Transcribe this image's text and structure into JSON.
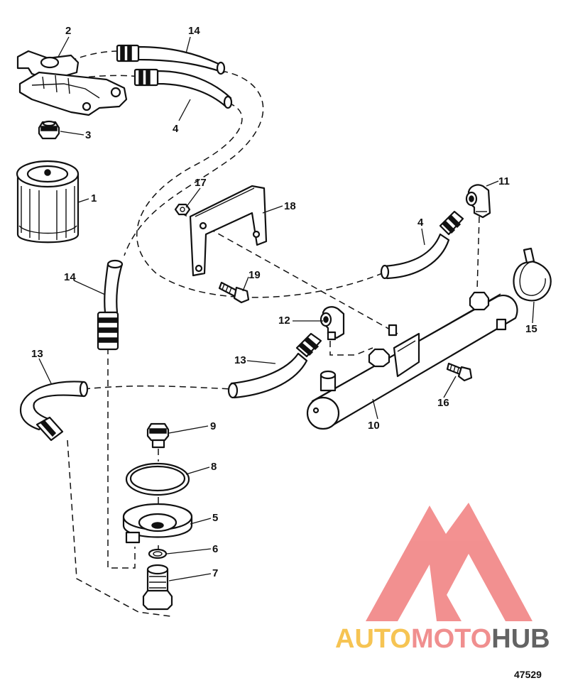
{
  "callouts": {
    "c1": "1",
    "c2": "2",
    "c3": "3",
    "c4a": "4",
    "c4b": "4",
    "c5": "5",
    "c6": "6",
    "c7": "7",
    "c8": "8",
    "c9": "9",
    "c10": "10",
    "c11": "11",
    "c12": "12",
    "c13a": "13",
    "c13b": "13",
    "c14a": "14",
    "c14b": "14",
    "c15": "15",
    "c16": "16",
    "c17": "17",
    "c18": "18",
    "c19": "19"
  },
  "figure_number": "47529",
  "watermark": {
    "part1": "AUTO",
    "part2": "MOTO",
    "part3": "HUB",
    "color_auto": "#f6c14a",
    "color_moto": "#f08a8a",
    "color_hub": "#5b5b5b",
    "logo_color": "#f28b8b"
  }
}
